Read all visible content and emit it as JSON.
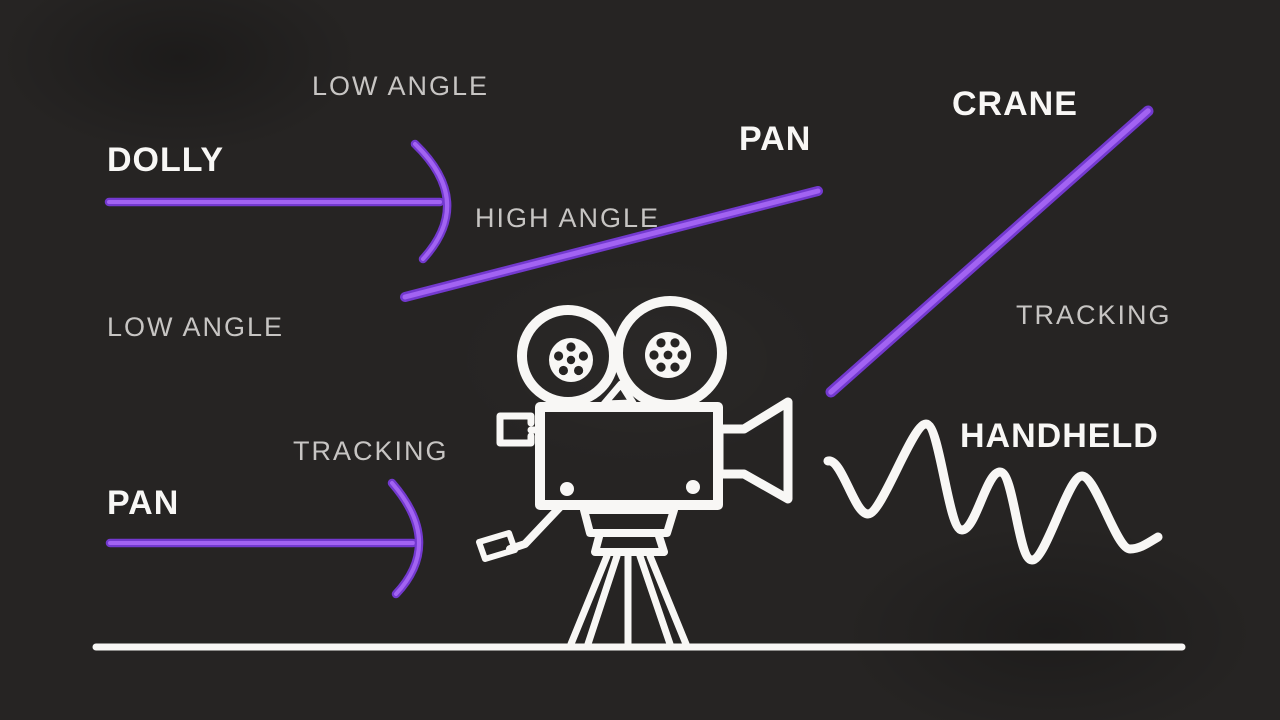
{
  "colors": {
    "background": "#262423",
    "white": "#f8f7f5",
    "muted": "#c7c5c3",
    "accent": "#8d4be8",
    "accent_dark": "#7339cf",
    "accent_light": "#a263f2"
  },
  "labels": {
    "low_angle_top": "LOW ANGLE",
    "dolly": "DOLLY",
    "high_angle": "HIGH ANGLE",
    "pan_top": "PAN",
    "crane": "CRANE",
    "tracking_right": "TRACKING",
    "low_angle_left": "LOW ANGLE",
    "tracking_left": "TRACKING",
    "pan_bottom": "PAN",
    "handheld": "HANDHELD"
  },
  "icons": {
    "camera": "film-camera-on-tripod-icon",
    "dolly_arrow": "horizontal-arrow-curved-head",
    "pan_arrow": "horizontal-arrow-curved-head",
    "high_angle_line": "rising-diagonal-line",
    "crane_line": "steep-rising-diagonal-line",
    "handheld_wave": "shaky-wave-line",
    "ground": "ground-line"
  }
}
